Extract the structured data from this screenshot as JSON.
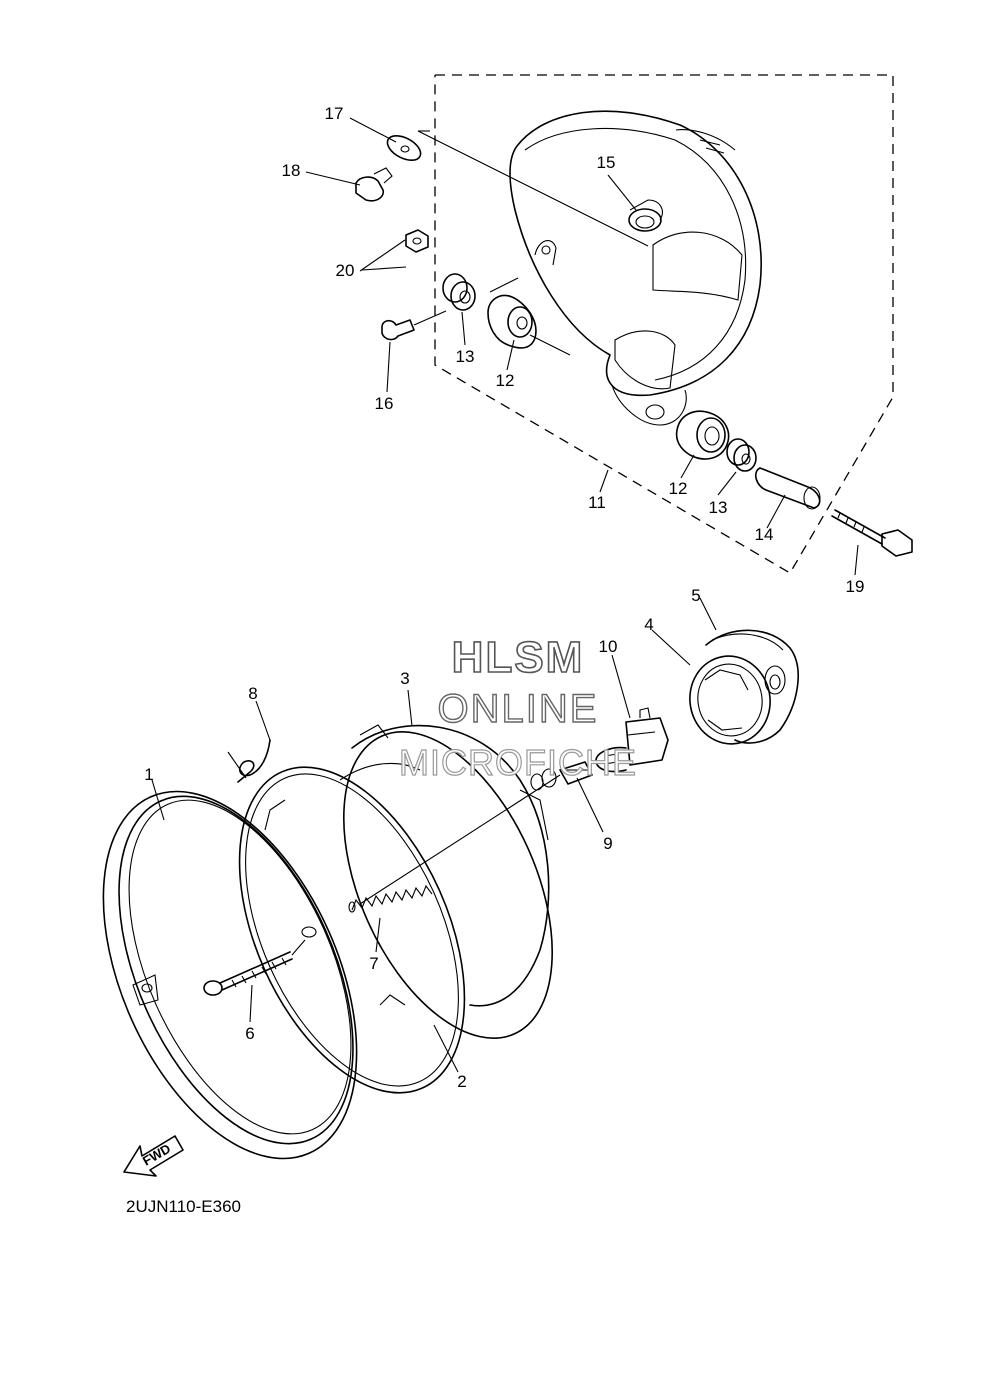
{
  "diagram": {
    "code": "2UJN110-E360",
    "fwd_label": "FWD",
    "watermark": {
      "line1": "HLSM",
      "line2": "ONLINE",
      "line3": "MICROFICHE"
    },
    "labels": {
      "p1": "1",
      "p2": "2",
      "p3": "3",
      "p4": "4",
      "p5": "5",
      "p6": "6",
      "p7": "7",
      "p8": "8",
      "p9": "9",
      "p10": "10",
      "p11": "11",
      "p12a": "12",
      "p12b": "12",
      "p13a": "13",
      "p13b": "13",
      "p14": "14",
      "p15": "15",
      "p16": "16",
      "p17": "17",
      "p18": "18",
      "p19": "19",
      "p20": "20"
    }
  }
}
